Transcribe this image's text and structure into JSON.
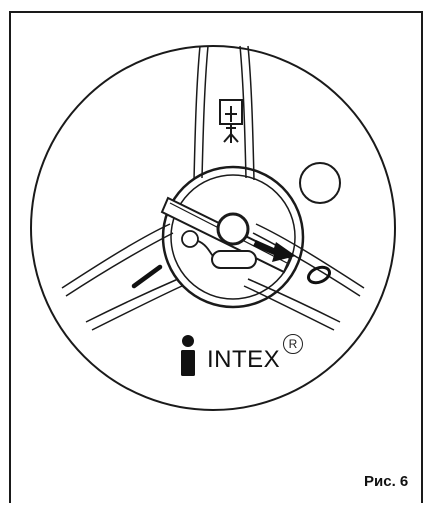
{
  "figure": {
    "label": "Рис. 6"
  },
  "brand": {
    "name": "INTEX",
    "registered_mark": "R"
  },
  "icons": {
    "brand_logo": "person-figure-icon",
    "mode_icon": "filter-pump-icon",
    "position_marks": [
      "dash-mark-icon",
      "ring-mark-icon"
    ],
    "selector_arrow": "direction-arrow-icon"
  },
  "colors": {
    "line": "#1a1a1a",
    "background": "#ffffff"
  }
}
